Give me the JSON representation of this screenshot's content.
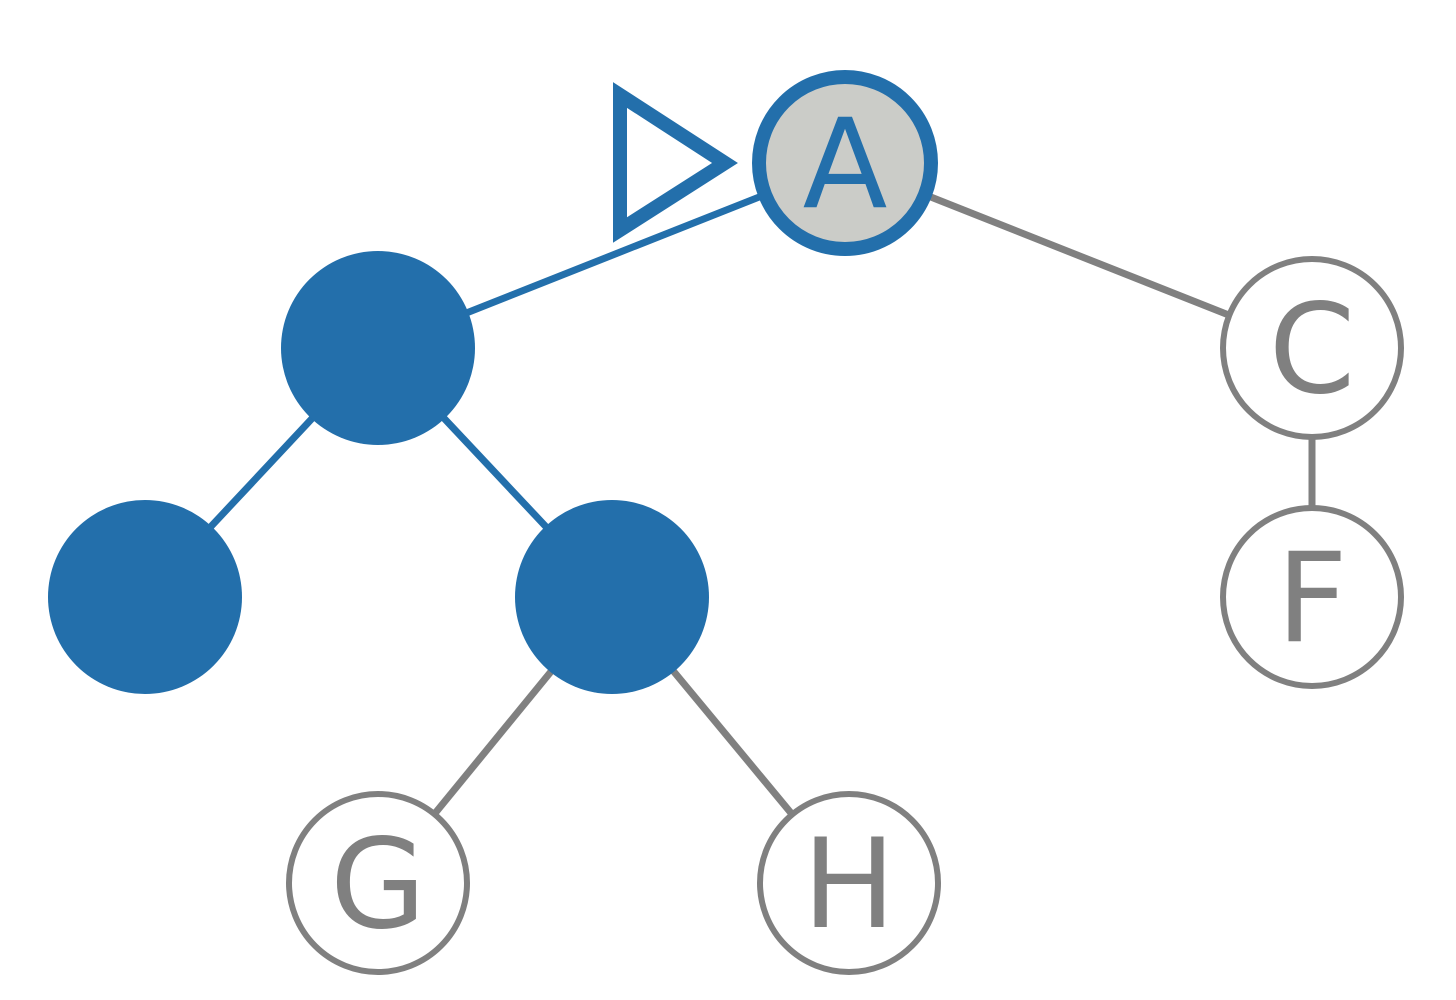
{
  "colors": {
    "highlight": "#236FAB",
    "muted": "#808080",
    "current_fill": "#CBCCC8",
    "empty_fill": "#FFFFFF"
  },
  "pointer": {
    "icon": "triangle-pointer-icon",
    "target": "A"
  },
  "nodes": [
    {
      "id": "A",
      "label": "A",
      "state": "current"
    },
    {
      "id": "B",
      "label": "",
      "state": "visited"
    },
    {
      "id": "C",
      "label": "C",
      "state": "unvisited"
    },
    {
      "id": "D",
      "label": "",
      "state": "visited"
    },
    {
      "id": "E",
      "label": "",
      "state": "visited"
    },
    {
      "id": "F",
      "label": "F",
      "state": "unvisited"
    },
    {
      "id": "G",
      "label": "G",
      "state": "unvisited"
    },
    {
      "id": "H",
      "label": "H",
      "state": "unvisited"
    }
  ],
  "edges": [
    {
      "from": "A",
      "to": "B",
      "state": "visited"
    },
    {
      "from": "A",
      "to": "C",
      "state": "unvisited"
    },
    {
      "from": "B",
      "to": "D",
      "state": "visited"
    },
    {
      "from": "B",
      "to": "E",
      "state": "visited"
    },
    {
      "from": "C",
      "to": "F",
      "state": "unvisited"
    },
    {
      "from": "E",
      "to": "G",
      "state": "unvisited"
    },
    {
      "from": "E",
      "to": "H",
      "state": "unvisited"
    }
  ]
}
